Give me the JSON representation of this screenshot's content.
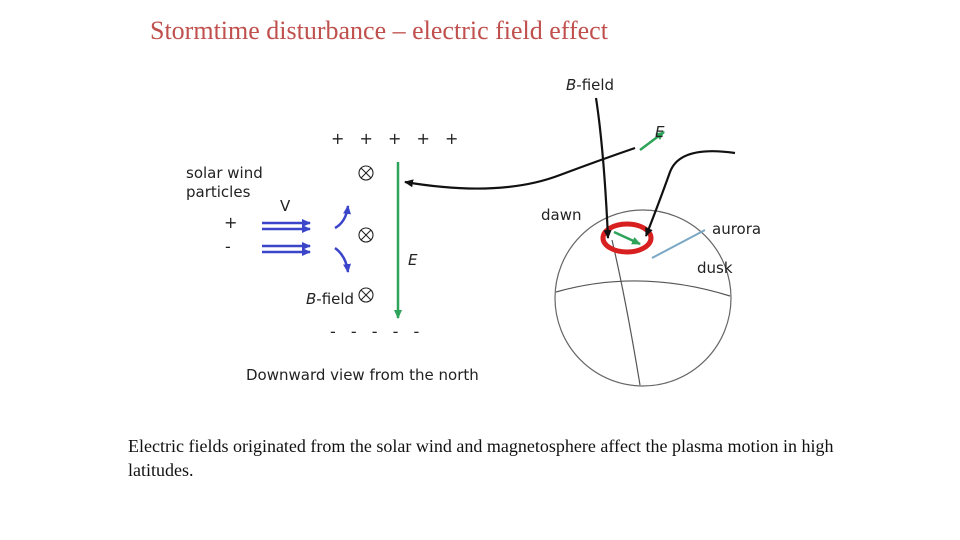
{
  "title": "Stormtime disturbance – electric field effect",
  "labels": {
    "b_field_top": "B-field",
    "e_top": "E",
    "solar_wind_line1": "solar wind",
    "solar_wind_line2": "particles",
    "v": "V",
    "plus_single": "+",
    "minus_single": "-",
    "plus_row": "+ + + + +",
    "minus_row": "- - - - -",
    "e_mid": "E",
    "b_field_bottom": "B-field",
    "dawn": "dawn",
    "aurora": "aurora",
    "dusk": "dusk",
    "downward_view": "Downward view from the north"
  },
  "caption": "Electric fields originated from the solar wind and magnetosphere affect the plasma motion in high latitudes.",
  "colors": {
    "title": "#c0504d",
    "e_field": "#2ea35a",
    "wind_arrows": "#3b45c9",
    "aurora_ring": "#d92020",
    "pointer": "#7aa7c4",
    "field_lines": "#111111"
  },
  "icons": {
    "into_page": "circle-x-into-page-icon"
  }
}
